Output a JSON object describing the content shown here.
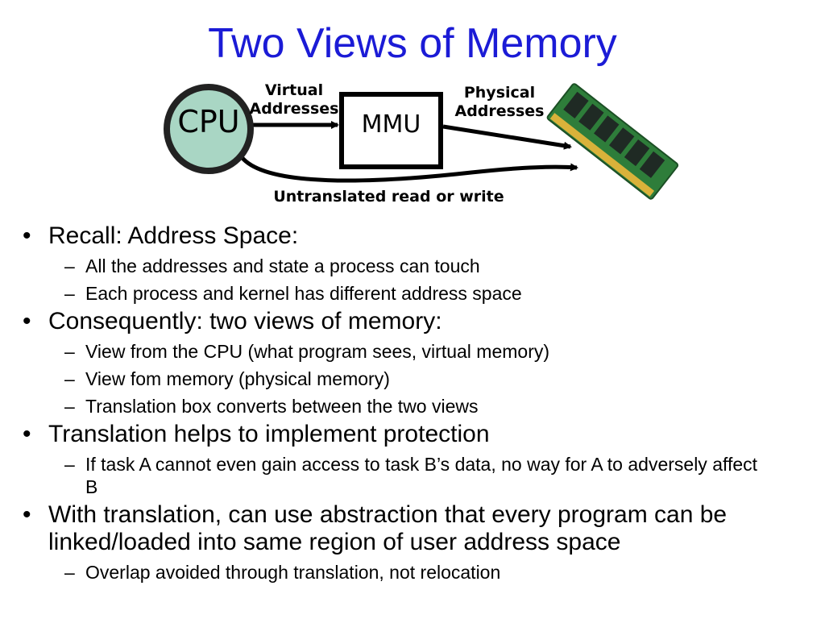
{
  "slide": {
    "title": "Two Views of Memory"
  },
  "diagram": {
    "cpu_label": "CPU",
    "mmu_label": "MMU",
    "virtual_line1": "Virtual",
    "virtual_line2": "Addresses",
    "physical_line1": "Physical",
    "physical_line2": "Addresses",
    "untranslated_label": "Untranslated read or write",
    "colors": {
      "title": "#1b1bd6",
      "cpu_fill": "#a9d6c4",
      "memory_module": "#2e7d3a"
    }
  },
  "bullets": [
    {
      "text": "Recall: Address Space:",
      "sub": [
        "All the addresses and state a process can touch",
        "Each process and kernel has different address space"
      ]
    },
    {
      "text": "Consequently: two views of memory:",
      "sub": [
        "View from the CPU (what program sees, virtual memory)",
        "View fom memory (physical memory)",
        "Translation box converts between the two views"
      ]
    },
    {
      "text": "Translation helps to implement protection",
      "sub": [
        "If task A cannot even gain access to task B’s data, no way for A to adversely affect B"
      ]
    },
    {
      "text": "With translation, can use abstraction that every program can be linked/loaded into same region of user address space",
      "sub": [
        "Overlap avoided through translation, not relocation"
      ]
    }
  ],
  "markers": {
    "bullet": "•",
    "dash": "–"
  }
}
